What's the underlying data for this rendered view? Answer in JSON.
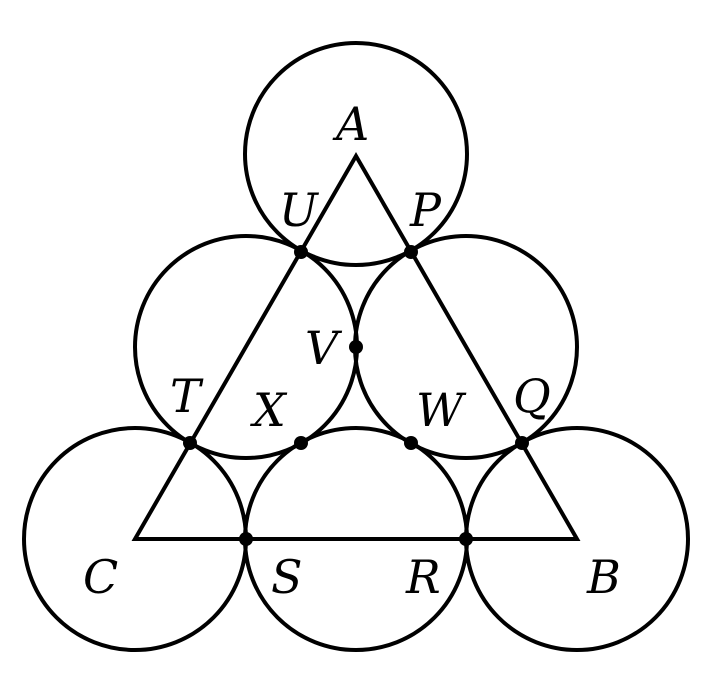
{
  "diagram": {
    "labels": {
      "A": "A",
      "B": "B",
      "C": "C",
      "P": "P",
      "Q": "Q",
      "R": "R",
      "S": "S",
      "T": "T",
      "U": "U",
      "V": "V",
      "W": "W",
      "X": "X"
    },
    "colors": {
      "stroke": "#000000",
      "background": "#ffffff"
    }
  }
}
